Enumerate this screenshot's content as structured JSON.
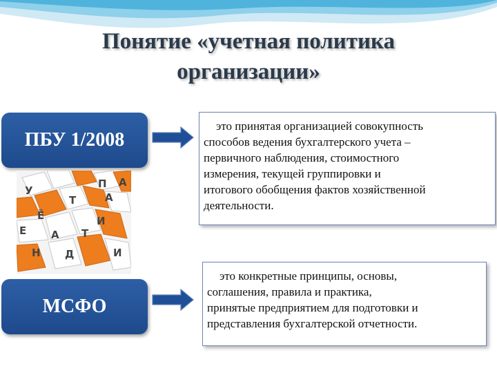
{
  "title": {
    "line1": "Понятие «учетная политика",
    "line2": "организации»"
  },
  "left": {
    "pbu_label": "ПБУ 1/2008",
    "msfo_label": "МСФО"
  },
  "definitions": {
    "pbu": [
      "это принятая организацией совокупность",
      "способов ведения бухгалтерского учета –",
      "первичного наблюдения, стоимостного",
      "измерения, текущей группировки и",
      "итогового обобщения фактов хозяйственной",
      "деятельности."
    ],
    "msfo": [
      "это конкретные принципы, основы,",
      "соглашения, правила и практика,",
      "принятые предприятием для подготовки и",
      "представления бухгалтерской отчетности."
    ]
  },
  "image_letters": [
    "У",
    "П",
    "А",
    "Ё",
    "Т",
    "А",
    "И",
    "А",
    "Т",
    "Н",
    "Д",
    "Е",
    "И"
  ],
  "colors": {
    "badge": "#1e4a8c",
    "arrow": "#1f4f96",
    "box_border": "#6c87b4",
    "cube_orange": "#ee7d1e",
    "title": "#2b3a4a"
  }
}
